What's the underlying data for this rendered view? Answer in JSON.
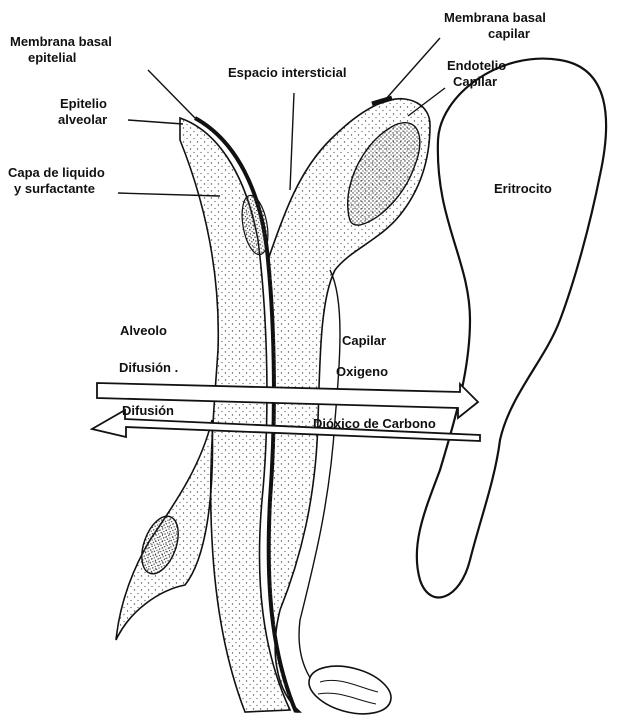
{
  "labels": {
    "membrana_basal_epitelial": [
      "Membrana basal",
      "epitelial"
    ],
    "epitelio_alveolar": [
      "Epitelio",
      "alveolar"
    ],
    "capa_liquido": [
      "Capa de liquido",
      "y surfactante"
    ],
    "espacio_intersticial": "Espacio intersticial",
    "membrana_basal_capilar": [
      "Membrana basal",
      "capilar"
    ],
    "endotelio_capilar": [
      "Endotelio",
      "Capilar"
    ],
    "eritrocito": "Eritrocito",
    "alveolo": "Alveolo",
    "difusion_1": "Difusión .",
    "difusion_2": "Difusión",
    "capilar": "Capilar",
    "oxigeno": "Oxigeno",
    "dioxido_carbono": "Dióxico de Carbono"
  },
  "colors": {
    "ink": "#111111",
    "stipple": "#555555",
    "background": "#ffffff"
  }
}
